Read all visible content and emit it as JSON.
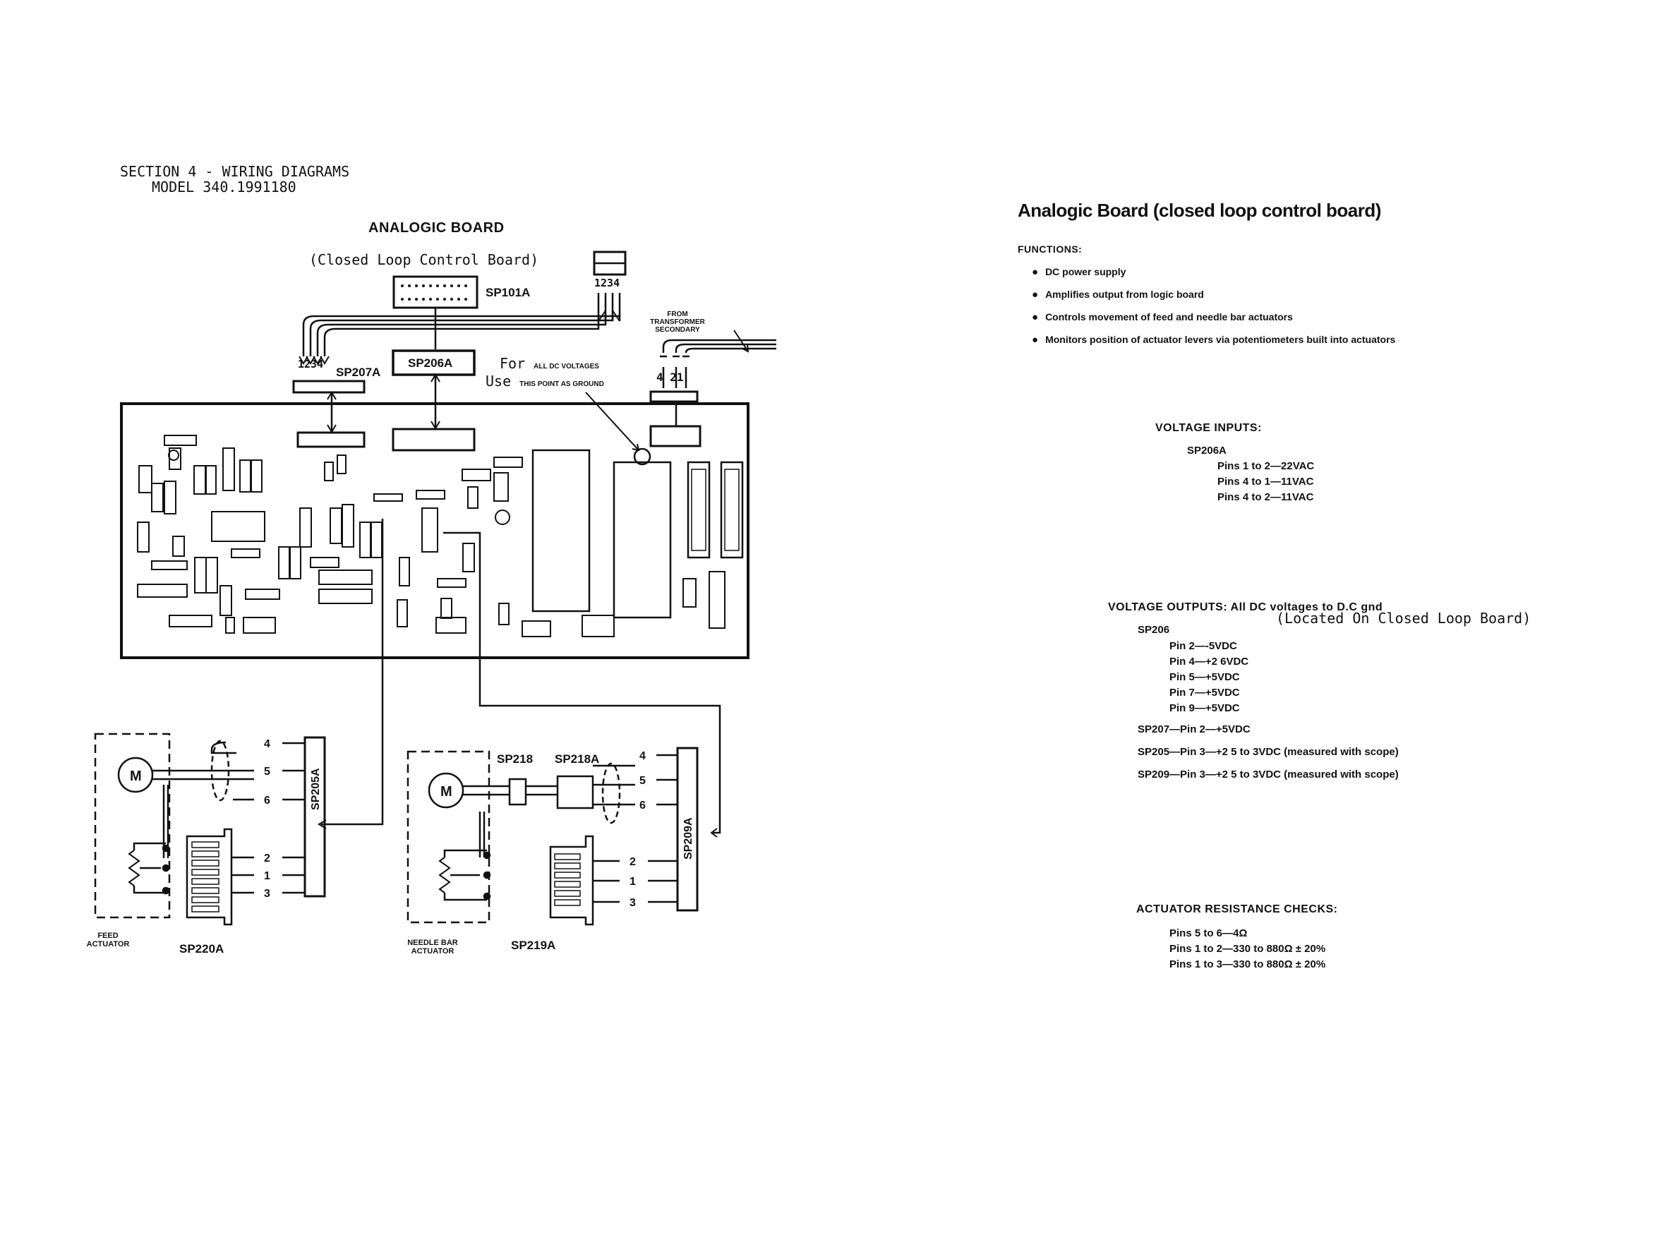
{
  "header": {
    "section_line": "SECTION 4 - WIRING DIAGRAMS",
    "model_line": "MODEL 340.1991180"
  },
  "diagram": {
    "title": "ANALOGIC BOARD",
    "subtitle": "(Closed Loop Control Board)",
    "labels": {
      "sp101a": "SP101A",
      "sp207a": "SP207A",
      "sp206a": "SP206A",
      "sp207a_pins": "1234",
      "sp101a_pins": "1234",
      "sp206a_pins": "4 21",
      "ground_note_line1": "For",
      "ground_note_line1_small": "ALL DC VOLTAGES",
      "ground_note_line2": "Use",
      "ground_note_line2_small": "THIS POINT AS GROUND",
      "transformer": "FROM TRANSFORMER SECONDARY",
      "sp205a": "SP205A",
      "sp209a": "SP209A",
      "sp218": "SP218",
      "sp218a": "SP218A",
      "sp220a": "SP220A",
      "sp219a": "SP219A",
      "feed_actuator": "FEED ACTUATOR",
      "needle_bar_actuator": "NEEDLE BAR ACTUATOR",
      "motor_symbol": "M",
      "wire_numbers_top": [
        "4",
        "5",
        "6"
      ],
      "wire_numbers_bottom": [
        "2",
        "1",
        "3"
      ]
    }
  },
  "right_panel": {
    "title": "Analogic Board (closed loop control board)",
    "functions_heading": "FUNCTIONS:",
    "functions": [
      "DC power supply",
      "Amplifies output from logic board",
      "Controls movement of feed and needle bar actuators",
      "Monitors position of actuator levers via potentiometers built into actuators"
    ],
    "voltage_inputs_heading": "VOLTAGE INPUTS:",
    "voltage_inputs_connector": "SP206A",
    "voltage_inputs": [
      "Pins 1 to 2—22VAC",
      "Pins 4 to 1—11VAC",
      "Pins 4 to 2—11VAC"
    ],
    "voltage_outputs_heading": "VOLTAGE OUTPUTS: All DC voltages to D.C gnd",
    "voltage_outputs_note": "(Located On Closed Loop Board)",
    "voltage_outputs_connector": "SP206",
    "voltage_outputs": [
      "Pin 2—-5VDC",
      "Pin 4—+2 6VDC",
      "Pin 5—+5VDC",
      "Pin 7—+5VDC",
      "Pin 9—+5VDC"
    ],
    "sp207_line": "SP207—Pin 2—+5VDC",
    "sp205_line": "SP205—Pin 3—+2 5 to 3VDC (measured with scope)",
    "sp209_line": "SP209—Pin 3—+2 5 to 3VDC (measured with scope)",
    "resistance_heading": "ACTUATOR RESISTANCE CHECKS:",
    "resistance_checks": [
      "Pins 5 to 6—4Ω",
      "Pins 1 to 2—330 to 880Ω ± 20%",
      "Pins 1 to 3—330 to 880Ω ± 20%"
    ]
  }
}
